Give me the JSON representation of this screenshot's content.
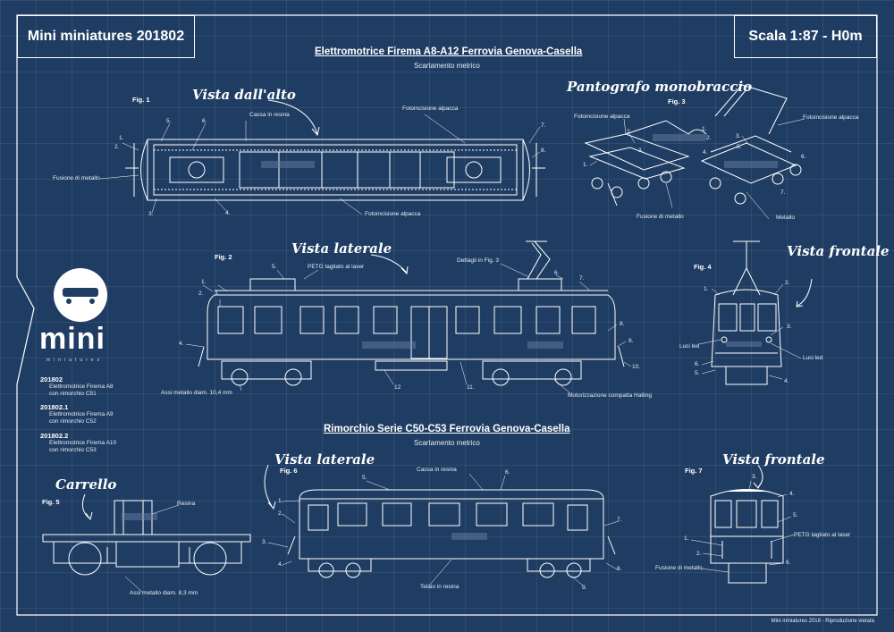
{
  "header": {
    "left_title": "Mini miniatures 201802",
    "right_title": "Scala 1:87 - H0m"
  },
  "section1": {
    "title": "Elettromotrice Firema A8-A12 Ferrovia Genova-Casella",
    "subtitle": "Scartamento metrico"
  },
  "section2": {
    "title": "Rimorchio Serie C50-C53 Ferrovia Genova-Casella",
    "subtitle": "Scartamento metrico"
  },
  "fig1": {
    "label": "Fig. 1",
    "heading": "Vista dall'alto",
    "callouts": {
      "cassa": "Cassa in resina",
      "fotoincisione_top": "Fotoincisione alpacca",
      "fusione": "Fusione di metallo",
      "fotoincisione_bottom": "Fotoincisione alpacca"
    },
    "numbers": [
      "1.",
      "2.",
      "5.",
      "6.",
      "3.",
      "4.",
      "7.",
      "8."
    ]
  },
  "fig2": {
    "label": "Fig. 2",
    "heading": "Vista laterale",
    "callouts": {
      "petg": "PETG tagliato al laser",
      "dettagli": "Dettagli in Fig. 3",
      "assi": "Assi metallo diam. 10,4 mm",
      "motor": "Motorizzazione compatta Halling"
    },
    "numbers": [
      "1.",
      "2.",
      "3.",
      "4.",
      "5.",
      "6.",
      "7.",
      "8.",
      "9.",
      "10.",
      "11.",
      "12"
    ]
  },
  "fig3": {
    "label": "Fig. 3",
    "heading": "Pantografo monobraccio",
    "callouts": {
      "foto_left": "Fotoincisione alpacca",
      "foto_right": "Fotoincisione alpacca",
      "fusione": "Fusione di metallo",
      "metallo": "Metallo"
    },
    "numbers": [
      "1.",
      "2.",
      "3.",
      "1.",
      "2.",
      "3.",
      "4.",
      "5.",
      "6.",
      "7."
    ]
  },
  "fig4": {
    "label": "Fig. 4",
    "heading": "Vista frontale",
    "callouts": {
      "luci_left": "Luci led",
      "luci_right": "Luci led"
    },
    "numbers": [
      "1.",
      "2.",
      "3.",
      "4.",
      "5.",
      "6."
    ]
  },
  "fig5": {
    "label": "Fig. 5",
    "heading": "Carrello",
    "callouts": {
      "resina": "Resina",
      "assi": "Assi metallo diam. 8,3 mm"
    }
  },
  "fig6": {
    "label": "Fig. 6",
    "heading": "Vista laterale",
    "callouts": {
      "cassa": "Cassa in resina",
      "telaio": "Telaio in resina"
    },
    "numbers": [
      "1.",
      "2.",
      "3.",
      "4.",
      "5.",
      "6.",
      "7.",
      "8.",
      "9."
    ]
  },
  "fig7": {
    "label": "Fig. 7",
    "heading": "Vista frontale",
    "callouts": {
      "petg": "PETG tagliato al laser",
      "fusione": "Fusione di metallo"
    },
    "numbers": [
      "1.",
      "2.",
      "3.",
      "4.",
      "5.",
      "6."
    ]
  },
  "brand": {
    "wordmark": "mini",
    "tagline": "miniatures"
  },
  "variants": [
    {
      "code": "201802",
      "lines": [
        "Elettromotrice Firema A8",
        "con rimorchio C51"
      ]
    },
    {
      "code": "201802.1",
      "lines": [
        "Elettromotrice Firema A9",
        "con rimorchio C52"
      ]
    },
    {
      "code": "201802.2",
      "lines": [
        "Elettromotrice Firema A10",
        "con rimorchio C53"
      ]
    }
  ],
  "footer": "Mini miniatures 2018 - Riproduzione vietata",
  "colors": {
    "background": "#1f3d63",
    "line": "#ffffff"
  }
}
